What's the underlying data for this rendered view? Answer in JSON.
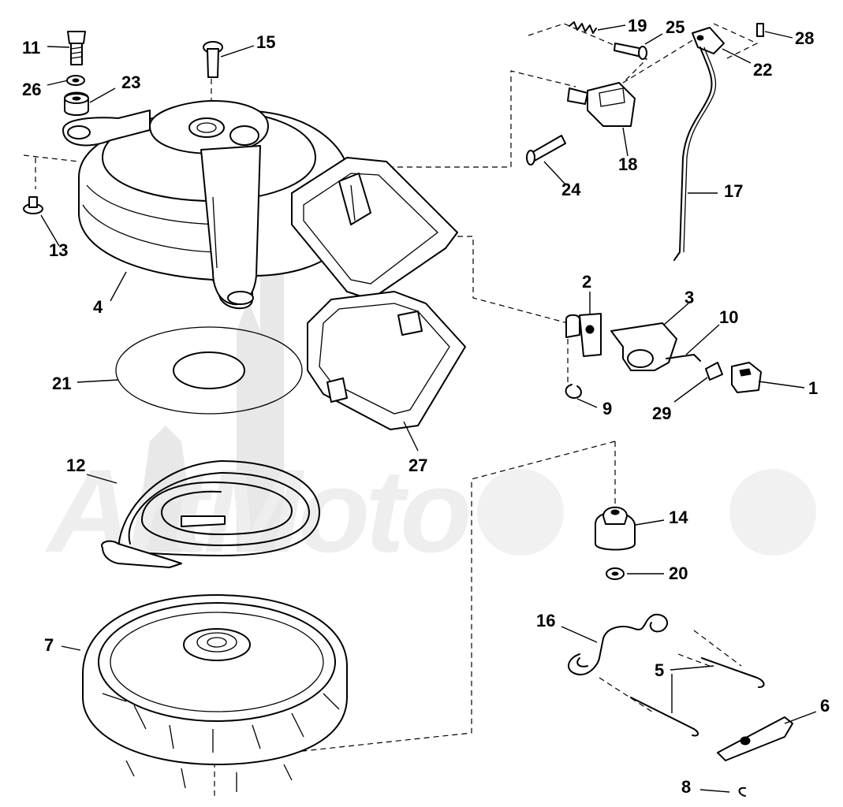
{
  "diagram": {
    "watermark": "ArtMoto",
    "callouts": [
      {
        "id": "1",
        "label": "1"
      },
      {
        "id": "2",
        "label": "2"
      },
      {
        "id": "3",
        "label": "3"
      },
      {
        "id": "4",
        "label": "4"
      },
      {
        "id": "5",
        "label": "5"
      },
      {
        "id": "6",
        "label": "6"
      },
      {
        "id": "7",
        "label": "7"
      },
      {
        "id": "8",
        "label": "8"
      },
      {
        "id": "9",
        "label": "9"
      },
      {
        "id": "10",
        "label": "10"
      },
      {
        "id": "11",
        "label": "11"
      },
      {
        "id": "12",
        "label": "12"
      },
      {
        "id": "13",
        "label": "13"
      },
      {
        "id": "14",
        "label": "14"
      },
      {
        "id": "15",
        "label": "15"
      },
      {
        "id": "16",
        "label": "16"
      },
      {
        "id": "17",
        "label": "17"
      },
      {
        "id": "18",
        "label": "18"
      },
      {
        "id": "19",
        "label": "19"
      },
      {
        "id": "20",
        "label": "20"
      },
      {
        "id": "21",
        "label": "21"
      },
      {
        "id": "22",
        "label": "22"
      },
      {
        "id": "23",
        "label": "23"
      },
      {
        "id": "24",
        "label": "24"
      },
      {
        "id": "25",
        "label": "25"
      },
      {
        "id": "26",
        "label": "26"
      },
      {
        "id": "27",
        "label": "27"
      },
      {
        "id": "28",
        "label": "28"
      },
      {
        "id": "29",
        "label": "29"
      }
    ]
  }
}
